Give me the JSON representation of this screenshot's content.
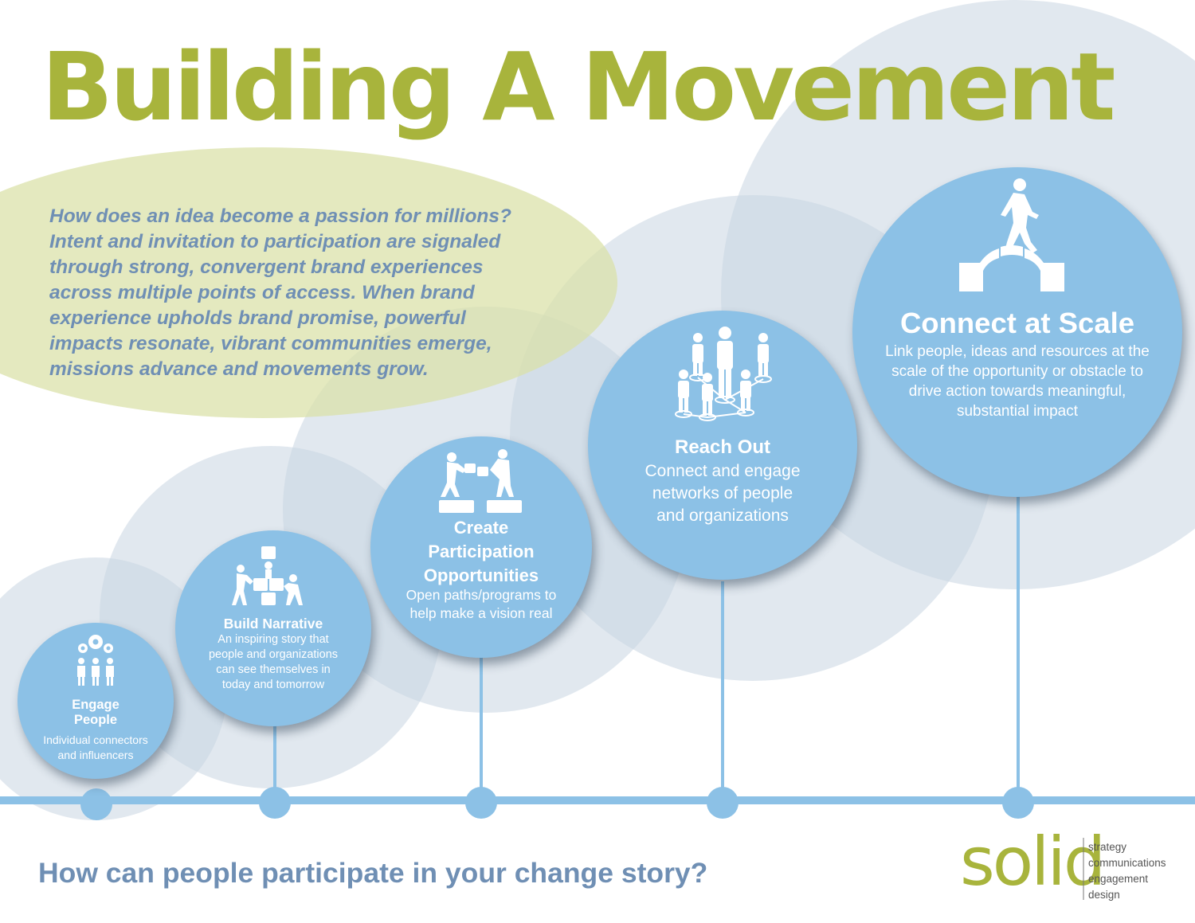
{
  "title": "Building A Movement",
  "intro": "How does an idea become a passion for millions? Intent and invitation to participation are signaled through strong, convergent brand experiences across multiple points of access. When brand experience upholds brand promise, powerful impacts resonate, vibrant communities emerge, missions advance and movements grow.",
  "steps": [
    {
      "title": "Engage People",
      "title_lines": [
        "Engage",
        "People"
      ],
      "desc_lines": [
        "Individual connectors",
        "and influencers"
      ],
      "icon": "team-gears-icon"
    },
    {
      "title": "Build Narrative",
      "title_lines": [
        "Build Narrative"
      ],
      "desc_lines": [
        "An inspiring story that",
        "people and organizations",
        "can see themselves in",
        "today and tomorrow"
      ],
      "icon": "people-stacking-blocks-icon"
    },
    {
      "title": "Create Participation Opportunities",
      "title_lines": [
        "Create",
        "Participation",
        "Opportunities"
      ],
      "desc_lines": [
        "Open paths/programs  to",
        "help make a vision real"
      ],
      "icon": "puzzle-builders-icon"
    },
    {
      "title": "Reach Out",
      "title_lines": [
        "Reach Out"
      ],
      "desc_lines": [
        "Connect and engage",
        "networks of people",
        "and organizations"
      ],
      "icon": "people-network-icon"
    },
    {
      "title": "Connect at Scale",
      "title_lines": [
        "Connect at Scale"
      ],
      "desc_lines": [
        "Link people, ideas and resources at the",
        "scale of the opportunity or obstacle to",
        "drive action towards meaningful,",
        "substantial impact"
      ],
      "icon": "walker-puzzle-bridge-icon"
    }
  ],
  "question": "How can people participate in your change story?",
  "brand": {
    "name": "solid",
    "tagline": [
      "strategy",
      "communications",
      "engagement",
      "design"
    ]
  },
  "colors": {
    "title_green": "#a8b43c",
    "circle_blue": "#8cc1e6",
    "text_blue": "#6f8fb4",
    "ellipse_green": "#d7e0a6",
    "bg_ring": "#cad6e0"
  }
}
